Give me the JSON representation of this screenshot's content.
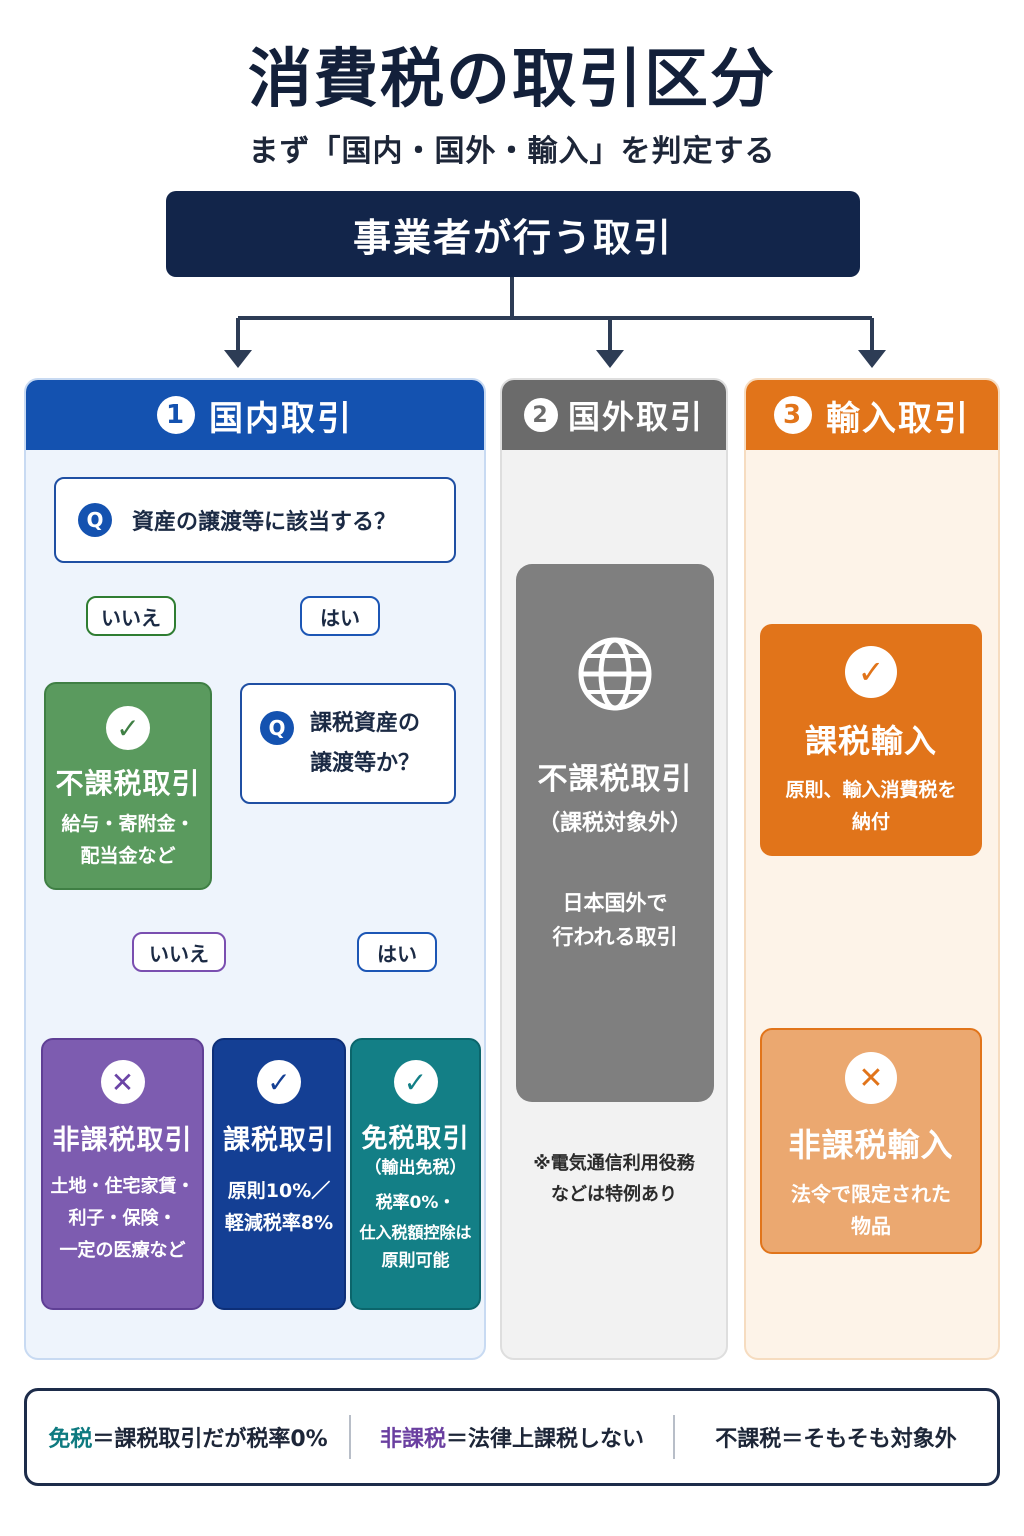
{
  "title": "消費税の取引区分",
  "subtitle": "まず「国内・国外・輸入」を判定する",
  "root": "事業者が行う取引",
  "columns": [
    {
      "num": "1",
      "label": "国内取引"
    },
    {
      "num": "2",
      "label": "国外取引"
    },
    {
      "num": "3",
      "label": "輸入取引"
    }
  ],
  "domestic": {
    "q1": {
      "icon": "Q",
      "text": "資産の譲渡等に該当する？"
    },
    "q1_no": "いいえ",
    "q1_yes": "はい",
    "q2": {
      "icon": "Q",
      "text_line1": "課税資産の",
      "text_line2": "譲渡等か？"
    },
    "q2_no": "いいえ",
    "q2_yes": "はい",
    "fukazei": {
      "title": "不課税取引",
      "desc1": "給与・寄附金・",
      "desc2": "配当金など"
    },
    "hikazei": {
      "title": "非課税取引",
      "desc1": "土地・住宅家賃・",
      "desc2": "利子・保険・",
      "desc3": "一定の医療など"
    },
    "kazei": {
      "title": "課税取引",
      "desc1": "原則10%／",
      "desc2": "軽減税率8%"
    },
    "menzei": {
      "title": "免税取引",
      "subtitle": "（輸出免税）",
      "desc1": "税率0%・",
      "desc2": "仕入税額控除は",
      "desc3": "原則可能"
    }
  },
  "foreign": {
    "title": "不課税取引",
    "subtitle": "（課税対象外）",
    "desc1": "日本国外で",
    "desc2": "行われる取引",
    "note1": "※電気通信利用役務",
    "note2": "などは特例あり"
  },
  "import": {
    "taxed": {
      "title": "課税輸入",
      "desc1": "原則、輸入消費税を",
      "desc2": "納付"
    },
    "nontaxed": {
      "title": "非課税輸入",
      "desc1": "法令で限定された",
      "desc2": "物品"
    }
  },
  "legend": [
    {
      "term": "免税",
      "def": "＝課税取引だが税率0%",
      "color": "#0e7a80"
    },
    {
      "term": "非課税",
      "def": "＝法律上課税しない",
      "color": "#6a3fa0"
    },
    {
      "term": "不課税",
      "def": "＝そもそも対象外",
      "color": "#1d2638"
    }
  ],
  "icons": {
    "check": "check-icon",
    "cross": "cross-icon",
    "globe": "globe-icon",
    "question": "question-icon"
  },
  "colors": {
    "navy": "#12254a",
    "blue": "#1452b0",
    "green": "#5a9a5e",
    "purple": "#7d5cb0",
    "darkblue": "#143f94",
    "teal": "#137f86",
    "gray": "#7f7f7f",
    "orange": "#e1741a",
    "lightorange": "#eba870"
  }
}
